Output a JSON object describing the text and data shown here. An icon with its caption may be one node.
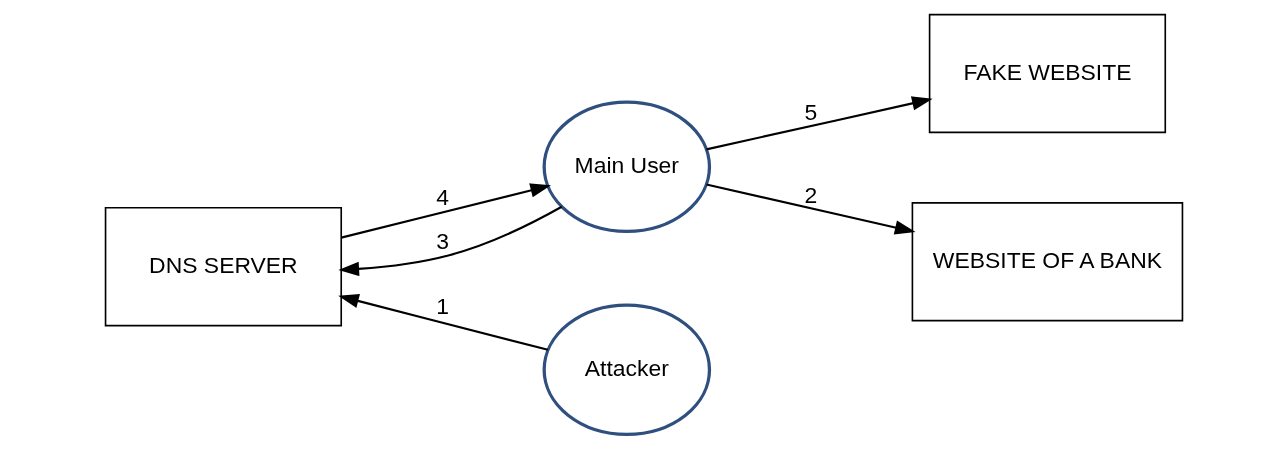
{
  "diagram": {
    "nodes": [
      {
        "text": [
          "DNS SERVER"
        ]
      },
      {
        "text": [
          "Attacker"
        ]
      },
      {
        "text": [
          "FAKE WEBSITE"
        ]
      },
      {
        "text": [
          "WEBSITE OF A BANK"
        ]
      },
      {
        "text": [
          "Main User"
        ]
      }
    ],
    "edges": [
      {
        "from": 1,
        "to": 0,
        "arrow": "to",
        "label": "1"
      },
      {
        "from": 0,
        "to": 4,
        "arrow": "to",
        "label": "4"
      },
      {
        "from": 4,
        "to": 0,
        "arrow": "to",
        "label": "3"
      },
      {
        "from": 4,
        "to": 2,
        "arrow": "to",
        "label": "5"
      },
      {
        "from": 4,
        "to": 3,
        "arrow": "to",
        "label": "2"
      }
    ]
  }
}
